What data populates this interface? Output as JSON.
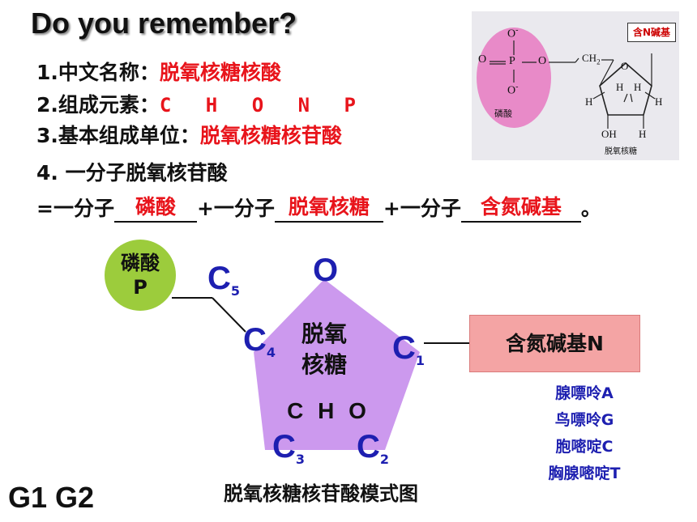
{
  "title": "Do you remember?",
  "questions": {
    "q1": {
      "label": "1.中文名称：",
      "answer": "脱氧核糖核酸"
    },
    "q2": {
      "label": "2.组成元素：",
      "answer": "C H O N P"
    },
    "q3": {
      "label": "3.基本组成单位：",
      "answer": "脱氧核糖核苷酸"
    },
    "q4": {
      "label": "4. 一分子脱氧核苷酸"
    },
    "eq": {
      "prefix": "=一分子",
      "a1": "磷酸",
      "plus1": "+一分子",
      "a2": "脱氧核糖",
      "plus2": "+一分子",
      "a3": "含氮碱基",
      "end": "。"
    }
  },
  "inset": {
    "tag": "含N碱基",
    "phosphate_caption": "磷酸",
    "sugar_caption": "脱氧核糖",
    "formula": {
      "o_top": "O",
      "minus": "-",
      "o_left": "O",
      "eq": "=",
      "p": "P",
      "dash": "—",
      "o_right": "O",
      "o_bottom": "O",
      "ch2": "CH",
      "ch2_sub": "2",
      "ring_o": "O",
      "h": "H",
      "oh": "OH"
    }
  },
  "diagram": {
    "phosphate_line1": "磷酸",
    "phosphate_line2": "P",
    "ring_o": "O",
    "c": "C",
    "c1": "1",
    "c2": "2",
    "c3": "3",
    "c4": "4",
    "c5": "5",
    "sugar_line1": "脱氧",
    "sugar_line2": "核糖",
    "sugar_elements": "C H O",
    "base_box": "含氮碱基N",
    "bases": [
      "腺嘌呤A",
      "鸟嘌呤G",
      "胞嘧啶C",
      "胸腺嘧啶T"
    ],
    "caption": "脱氧核糖核苷酸模式图",
    "colors": {
      "phosphate": "#9ccc3c",
      "sugar": "#cc99ee",
      "base_box": "#f4a4a4",
      "carbon_labels": "#1d1fb0",
      "answers": "#e8141b",
      "inset_phosphate": "#e88ac8"
    }
  },
  "footer_label": "G1 G2"
}
